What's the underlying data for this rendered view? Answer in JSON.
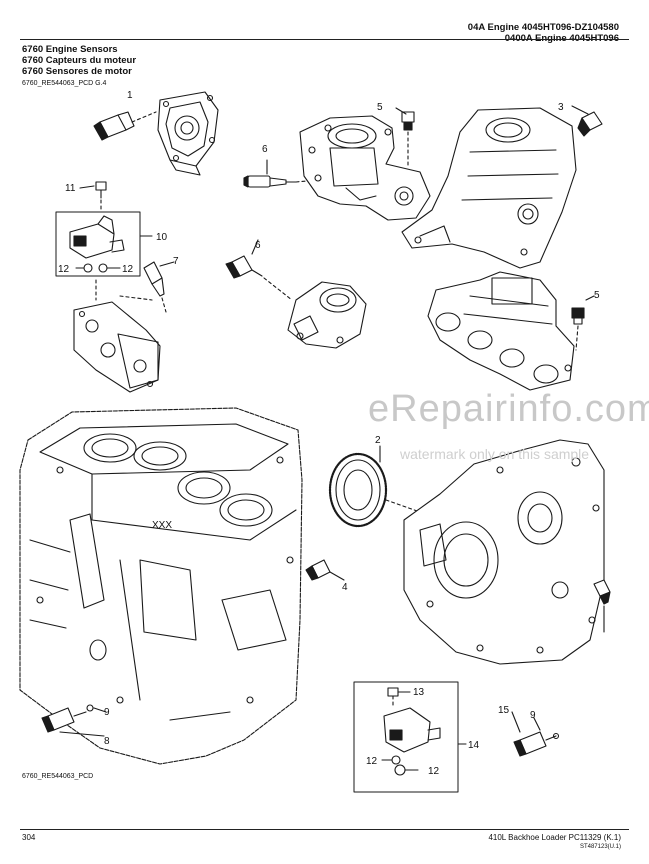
{
  "header": {
    "model_line_1": "04A Engine 4045HT096-DZ104580",
    "model_line_2": "0400A Engine 4045HT096",
    "section_en": "6760 Engine Sensors",
    "section_fr": "6760 Capteurs du moteur",
    "section_es": "6760 Sensores de motor"
  },
  "figure": {
    "ref_top": "6760_RE544063_PCD G.4",
    "ref_bottom": "6760_RE544063_PCD",
    "callouts": {
      "c1": "1",
      "c2": "2",
      "c3": "3",
      "c4": "4",
      "c5a": "5",
      "c5b": "5",
      "c6a": "6",
      "c6b": "6",
      "c7": "7",
      "c8": "8",
      "c9a": "9",
      "c9b": "9",
      "c10": "10",
      "c11": "11",
      "c12a": "12",
      "c12b": "12",
      "c12c": "12",
      "c12d": "12",
      "c13": "13",
      "c14": "14",
      "c15": "15",
      "block_xxx": "XXX"
    }
  },
  "watermark": {
    "site": "eRepairinfo.com",
    "note": "watermark only on this sample"
  },
  "footer": {
    "page_number": "304",
    "book": "410L Backhoe Loader   PC11329   (K.1)",
    "code": "ST487123(U.1)"
  }
}
